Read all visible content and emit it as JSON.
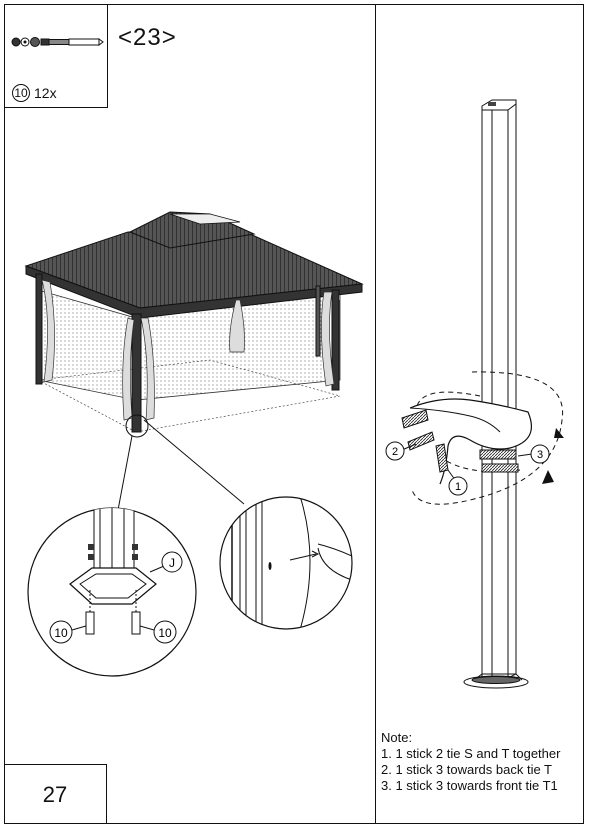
{
  "hardware": {
    "part_number": "10",
    "quantity": "12x"
  },
  "step": {
    "number": "<23>"
  },
  "page": {
    "number": "27"
  },
  "callouts": {
    "part_10_left": "10",
    "part_10_right": "10",
    "part_J": "J",
    "tie_1": "1",
    "tie_2": "2",
    "tie_3": "3"
  },
  "note": {
    "title": "Note:",
    "items": [
      "1.  1 stick 2  tie S and T together",
      "2.  1 stick 3  towards back tie T",
      "3.  1 stick 3  towards front tie T1"
    ]
  }
}
